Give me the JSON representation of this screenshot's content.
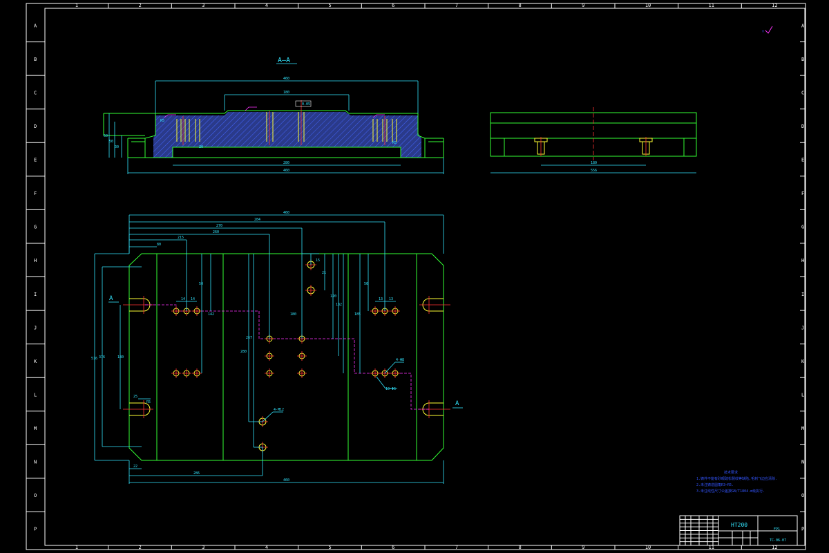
{
  "frame": {
    "columns": [
      "1",
      "2",
      "3",
      "4",
      "5",
      "6",
      "7",
      "8",
      "9",
      "10",
      "11",
      "12"
    ],
    "rows": [
      "A",
      "B",
      "C",
      "D",
      "E",
      "F",
      "G",
      "H",
      "I",
      "J",
      "K",
      "L",
      "M",
      "N",
      "O",
      "P"
    ]
  },
  "section_view": {
    "title": "A—A",
    "dims": {
      "top_overall": "460",
      "upper_boss": "180",
      "bottom_inner": "280",
      "bottom_overall": "460",
      "h1": "60",
      "h2": "50",
      "h3": "30",
      "h4": "20",
      "r_left": "R5",
      "r_right": "R5"
    },
    "tolerance": "0.05"
  },
  "side_view": {
    "dims": {
      "inner": "180",
      "overall": "556"
    }
  },
  "plan_view": {
    "dims": {
      "d_top_1": "460",
      "d_top_2": "284",
      "d_top_3": "270",
      "d_top_4": "260",
      "d_top_5": "215",
      "d_top_6": "80",
      "d_left_1": "516",
      "d_left_2": "376",
      "d_left_3": "180",
      "d_bottom_1": "286",
      "d_bottom_2": "460",
      "d_bottom_3": "22",
      "v1": "50",
      "v2": "142",
      "v3": "267",
      "v4": "280",
      "v5": "180",
      "v6": "15",
      "v7": "21",
      "v8": "120",
      "v9": "182",
      "v10": "185",
      "v11": "50",
      "h14a": "14",
      "h14b": "14",
      "h13a": "13",
      "h13b": "13",
      "slot_w": "25",
      "slot_r": "R5"
    },
    "callouts": {
      "c1": "4-M12",
      "c2": "4-Φ8",
      "c3": "10-Φ6"
    },
    "section_marks": {
      "left": "A",
      "right": "A"
    }
  },
  "notes": {
    "heading": "技术要求",
    "lines": [
      "1.铸件不能有砂眼疏松裂纹等缺陷,毛刺飞边应清除.",
      "2.未注铸造圆角R3~R5.",
      "3.未注线性尺寸公差按GB/T1804-m级执行."
    ]
  },
  "title_block": {
    "material": "HT200",
    "drawing_name": "FP1",
    "drawing_no": "TC-06-07"
  },
  "roughness_mark": "▽"
}
